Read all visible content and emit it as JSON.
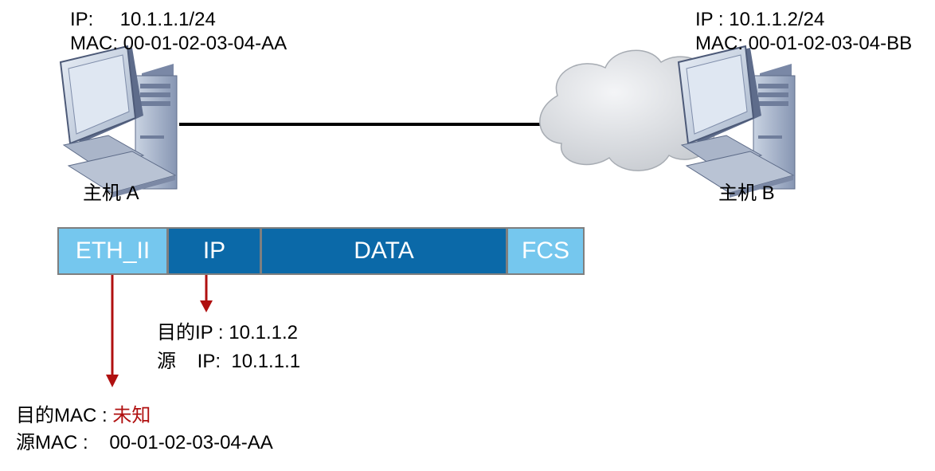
{
  "host_a": {
    "ip_text": "IP:     10.1.1.1/24",
    "mac_text": "MAC: 00-01-02-03-04-AA",
    "name": "主机 A",
    "icon": "desktop-computer-icon"
  },
  "host_b": {
    "ip_text": "IP : 10.1.1.2/24",
    "mac_text": "MAC: 00-01-02-03-04-BB",
    "name": "主机 B",
    "icon": "desktop-computer-icon"
  },
  "network": {
    "icon": "cloud-icon"
  },
  "frame": {
    "fields": [
      "ETH_II",
      "IP",
      "DATA",
      "FCS"
    ],
    "colors": {
      "light": "#75c7ee",
      "dark": "#0b69a8",
      "arrow": "#b01010"
    }
  },
  "ip_header": {
    "dst_line": "目的IP : 10.1.1.2",
    "src_line": "源    IP:  10.1.1.1"
  },
  "eth_header": {
    "dst_label": "目的MAC : ",
    "dst_value": "未知",
    "src_line": "源MAC :    00-01-02-03-04-AA"
  }
}
